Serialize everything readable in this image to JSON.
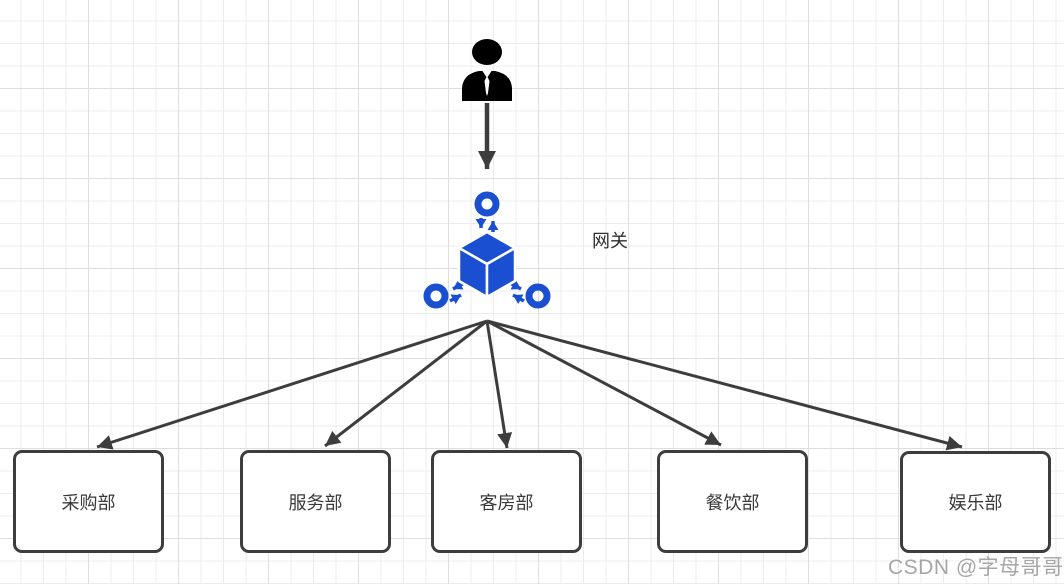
{
  "diagram": {
    "user": {
      "icon": "user-icon"
    },
    "gateway": {
      "label": "网关",
      "icon": "gateway-cube-icon"
    },
    "departments": [
      {
        "label": "采购部"
      },
      {
        "label": "服务部"
      },
      {
        "label": "客房部"
      },
      {
        "label": "餐饮部"
      },
      {
        "label": "娱乐部"
      }
    ],
    "connections": [
      {
        "from": "user",
        "to": "gateway"
      },
      {
        "from": "gateway",
        "to": "采购部"
      },
      {
        "from": "gateway",
        "to": "服务部"
      },
      {
        "from": "gateway",
        "to": "客房部"
      },
      {
        "from": "gateway",
        "to": "餐饮部"
      },
      {
        "from": "gateway",
        "to": "娱乐部"
      }
    ]
  },
  "watermark": {
    "text": "CSDN @字母哥哥"
  },
  "colors": {
    "gateway_blue": "#1a4fd1",
    "connector_dark": "#3d3d3d",
    "box_border": "#3d3d3d",
    "grid_minor": "#ececec",
    "grid_major": "#dedede",
    "watermark_gray": "#a6a6a6"
  }
}
